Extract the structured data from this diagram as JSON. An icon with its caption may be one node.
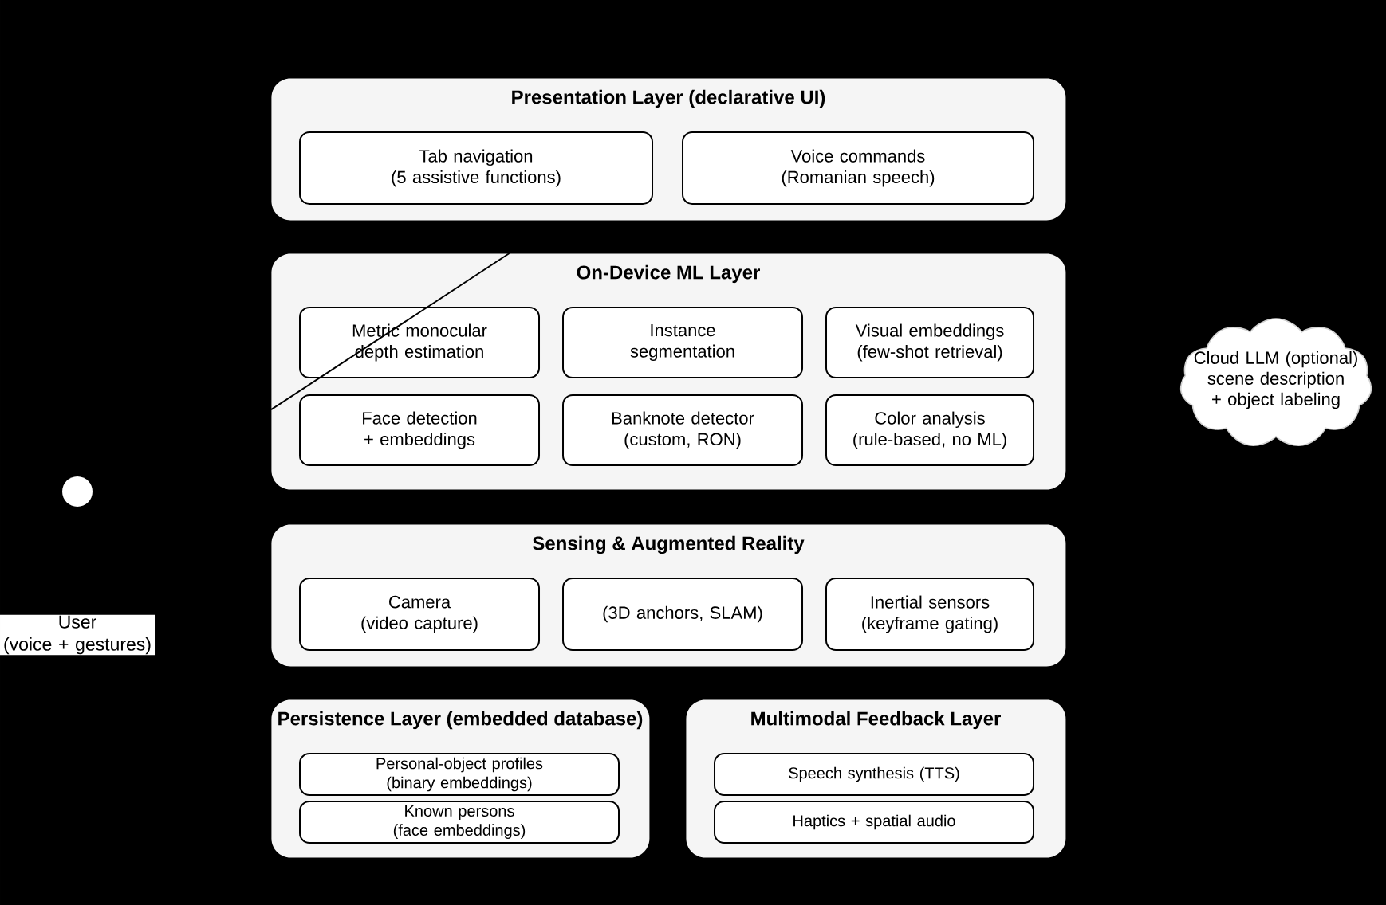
{
  "diagram": {
    "nodes": [
      {
        "text": [
          "Presentation Layer (declarative UI)"
        ]
      },
      {
        "text": [
          "Tab navigation (5 assistive functions)"
        ],
        "in": 0
      },
      {
        "text": [
          "Voice commands (Romanian speech)"
        ],
        "in": 0
      },
      {
        "text": [
          "On-Device ML Layer"
        ]
      },
      {
        "text": [
          "Metric monocular depth estimation"
        ],
        "in": 3
      },
      {
        "text": [
          "Instance segmentation"
        ],
        "in": 3
      },
      {
        "text": [
          "Visual embeddings (few-shot retrieval)"
        ],
        "in": 3
      },
      {
        "text": [
          "Face detection + embeddings"
        ],
        "in": 3
      },
      {
        "text": [
          "Banknote detector (custom, RON)"
        ],
        "in": 3
      },
      {
        "text": [
          "Color analysis (rule-based, no ML)"
        ],
        "in": 3
      },
      {
        "text": [
          "Sensing & Augmented Reality"
        ]
      },
      {
        "text": [
          "Camera (video capture)"
        ],
        "in": 10
      },
      {
        "text": [
          "(3D anchors, SLAM)"
        ],
        "in": 10
      },
      {
        "text": [
          "Inertial sensors (keyframe gating)"
        ],
        "in": 10
      },
      {
        "text": [
          "Persistence Layer (embedded database)"
        ]
      },
      {
        "text": [
          "Personal-object profiles (binary embeddings)"
        ],
        "in": 14
      },
      {
        "text": [
          "Known persons (face embeddings)"
        ],
        "in": 14
      },
      {
        "text": [
          "Multimodal Feedback Layer"
        ]
      },
      {
        "text": [
          "Speech synthesis (TTS)"
        ],
        "in": 17
      },
      {
        "text": [
          "Haptics + spatial audio"
        ],
        "in": 17
      },
      {
        "text": [
          "Cloud LLM (optional) scene description + object labeling"
        ]
      },
      {
        "text": [
          "User (voice + gestures)"
        ]
      }
    ]
  }
}
